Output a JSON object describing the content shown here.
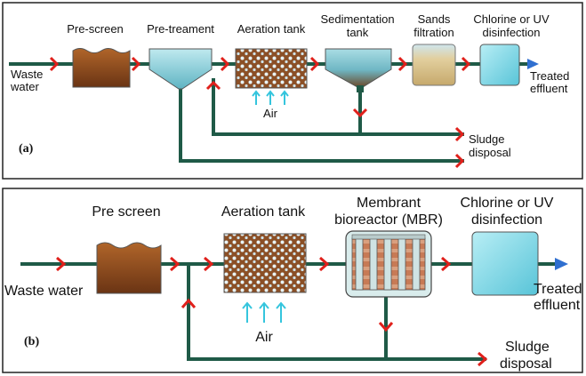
{
  "colors": {
    "pipe": "#1f5a47",
    "arrow": "#e0201b",
    "air_arrow": "#35c5dd",
    "outlet_arrow": "#2f6fd0",
    "sludge": "#8a4a1f",
    "water": "#8fd2dc",
    "sand": "#d8c193",
    "membrane": "#d9ecec"
  },
  "panel_a": {
    "letter": "(a)",
    "labels": {
      "pre_screen": "Pre-screen",
      "pre_treatment": "Pre-treament",
      "aeration_tank": "Aeration tank",
      "sedimentation_1": "Sedimentation",
      "sedimentation_2": "tank",
      "sands_1": "Sands",
      "sands_2": "filtration",
      "chlorine_1": "Chlorine or UV",
      "chlorine_2": "disinfection",
      "waste_1": "Waste",
      "waste_2": "water",
      "air": "Air",
      "treated_1": "Treated",
      "treated_2": "effluent",
      "sludge_1": "Sludge",
      "sludge_2": "disposal"
    }
  },
  "panel_b": {
    "letter": "(b)",
    "labels": {
      "pre_screen": "Pre screen",
      "aeration_tank": "Aeration tank",
      "membrane_1": "Membrant",
      "membrane_2": "bioreactor (MBR)",
      "chlorine_1": "Chlorine or UV",
      "chlorine_2": "disinfection",
      "waste": "Waste water",
      "air": "Air",
      "treated_1": "Treated",
      "treated_2": "effluent",
      "sludge_1": "Sludge",
      "sludge_2": "disposal"
    }
  }
}
